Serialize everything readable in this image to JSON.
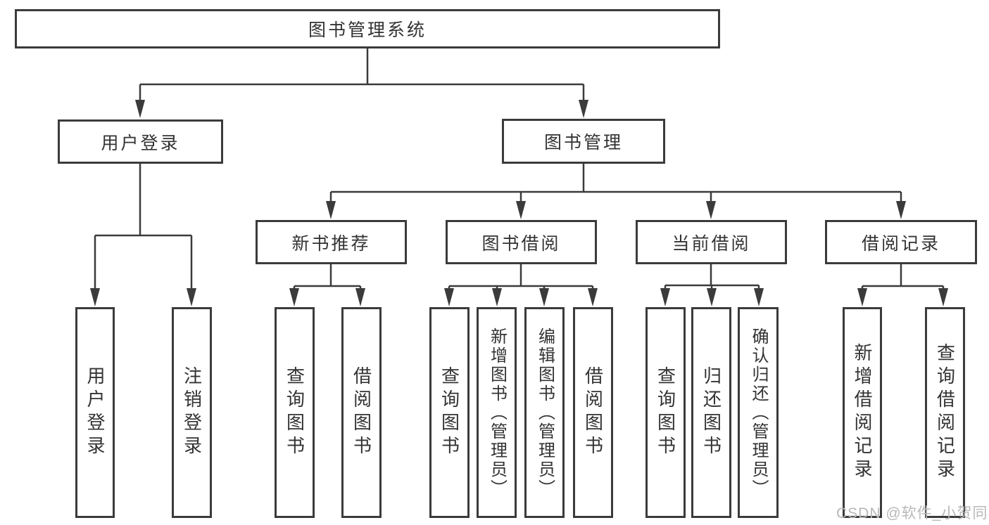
{
  "diagram": {
    "root": {
      "label": "图书管理系统"
    },
    "level2": [
      {
        "id": "user-login",
        "label": "用户登录",
        "parent": "图书管理系统"
      },
      {
        "id": "book-management",
        "label": "图书管理",
        "parent": "图书管理系统"
      }
    ],
    "level3": [
      {
        "id": "new-book-recommend",
        "label": "新书推荐",
        "parent": "图书管理"
      },
      {
        "id": "book-borrowing",
        "label": "图书借阅",
        "parent": "图书管理"
      },
      {
        "id": "current-borrowing",
        "label": "当前借阅",
        "parent": "图书管理"
      },
      {
        "id": "borrowing-records",
        "label": "借阅记录",
        "parent": "图书管理"
      }
    ],
    "leaves": [
      {
        "id": "user-login-leaf",
        "label": "用户登录",
        "parent": "用户登录"
      },
      {
        "id": "logout",
        "label": "注销登录",
        "parent": "用户登录"
      },
      {
        "id": "query-books-1",
        "label": "查询图书",
        "parent": "新书推荐"
      },
      {
        "id": "borrow-books-1",
        "label": "借阅图书",
        "parent": "新书推荐"
      },
      {
        "id": "query-books-2",
        "label": "查询图书",
        "parent": "图书借阅"
      },
      {
        "id": "add-books-admin",
        "label": "新增图书（管理员）",
        "parent": "图书借阅"
      },
      {
        "id": "edit-books-admin",
        "label": "编辑图书（管理员）",
        "parent": "图书借阅"
      },
      {
        "id": "borrow-books-2",
        "label": "借阅图书",
        "parent": "图书借阅"
      },
      {
        "id": "query-books-3",
        "label": "查询图书",
        "parent": "当前借阅"
      },
      {
        "id": "return-books",
        "label": "归还图书",
        "parent": "当前借阅"
      },
      {
        "id": "confirm-return-admin",
        "label": "确认归还（管理员）",
        "parent": "当前借阅"
      },
      {
        "id": "add-borrow-record",
        "label": "新增借阅记录",
        "parent": "借阅记录"
      },
      {
        "id": "query-borrow-record",
        "label": "查询借阅记录",
        "parent": "借阅记录"
      }
    ]
  },
  "watermark": {
    "text": "CSDN @软件_小贺同学"
  },
  "colors": {
    "line": "#3b3b3b",
    "text": "#333333",
    "watermark": "#b8b8b8",
    "background": "#ffffff"
  }
}
